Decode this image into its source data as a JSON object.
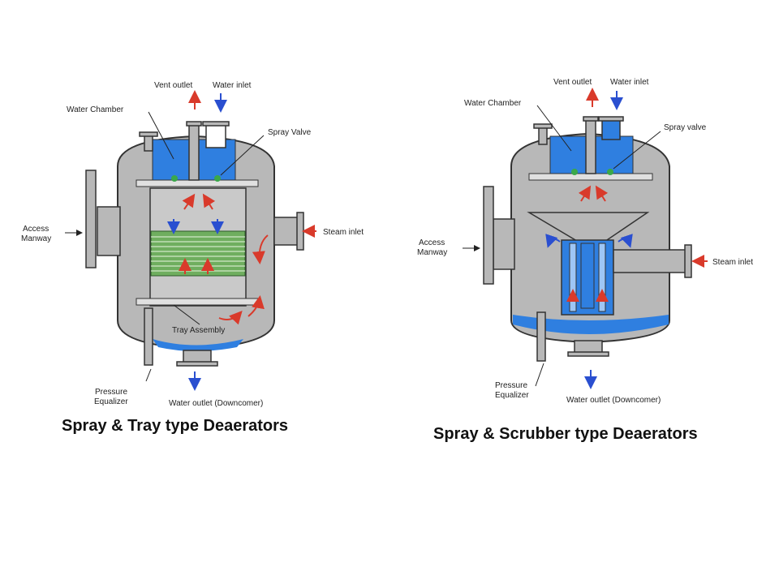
{
  "left": {
    "caption": "Spray & Tray type Deaerators",
    "labels": {
      "vent_outlet": "Vent outlet",
      "water_inlet": "Water inlet",
      "water_chamber": "Water Chamber",
      "spray_valve": "Spray Valve",
      "access": "Access",
      "manway": "Manway",
      "steam_inlet": "Steam inlet",
      "tray_assembly": "Tray Assembly",
      "pressure": "Pressure",
      "equalizer": "Equalizer",
      "water_outlet": "Water outlet (Downcomer)"
    }
  },
  "right": {
    "caption": "Spray & Scrubber type Deaerators",
    "labels": {
      "vent_outlet": "Vent outlet",
      "water_inlet": "Water inlet",
      "water_chamber": "Water Chamber",
      "spray_valve": "Spray valve",
      "access": "Access",
      "manway": "Manway",
      "steam_inlet": "Steam inlet",
      "pressure": "Pressure",
      "equalizer": "Equalizer",
      "water_outlet": "Water outlet (Downcomer)"
    }
  },
  "colors": {
    "shell": "#b8b8b8",
    "water": "#2f7fe0",
    "tray": "#6fae5f",
    "steam_arrow": "#d93a2b",
    "water_arrow": "#2a4fd0"
  }
}
